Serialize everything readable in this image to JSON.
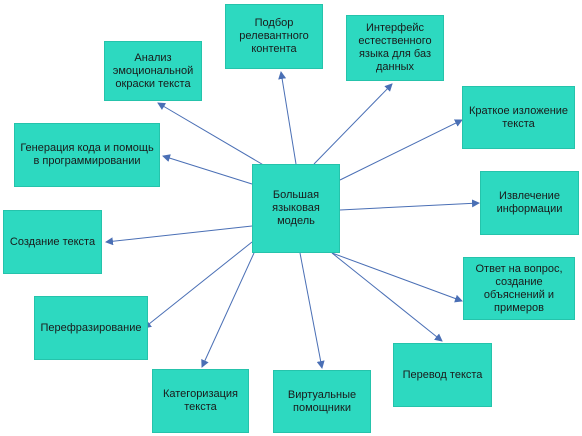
{
  "colors": {
    "node_fill": "#2dd9c0",
    "arrow": "#4a6fb5"
  },
  "center": {
    "label": "Большая языковая модель"
  },
  "nodes": [
    {
      "id": "relevant-content",
      "label": "Подбор релевантного контента"
    },
    {
      "id": "nl-db-interface",
      "label": "Интерфейс естественного языка для баз данных"
    },
    {
      "id": "sentiment-analysis",
      "label": "Анализ эмоциональной окраски текста"
    },
    {
      "id": "summarization",
      "label": "Краткое изложение текста"
    },
    {
      "id": "code-generation",
      "label": "Генерация кода и помощь в программировании"
    },
    {
      "id": "information-extraction",
      "label": "Извлечение информации"
    },
    {
      "id": "text-creation",
      "label": "Создание текста"
    },
    {
      "id": "question-answering",
      "label": "Ответ на вопрос, создание объяснений и примеров"
    },
    {
      "id": "paraphrasing",
      "label": "Перефразирование"
    },
    {
      "id": "translation",
      "label": "Перевод текста"
    },
    {
      "id": "text-categorization",
      "label": "Категоризация текста"
    },
    {
      "id": "virtual-assistants",
      "label": "Виртуальные помощники"
    }
  ]
}
